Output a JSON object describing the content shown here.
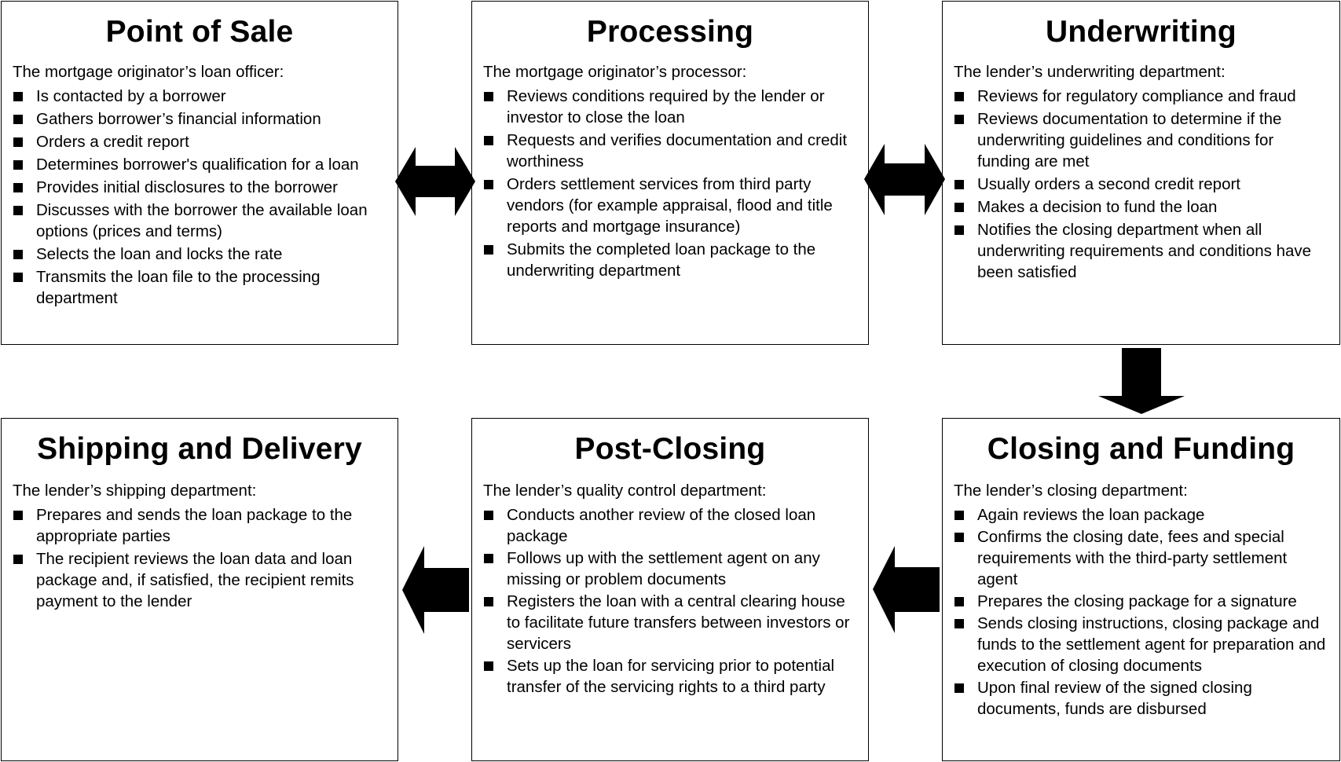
{
  "boxes": {
    "point_of_sale": {
      "title": "Point of Sale",
      "intro": "The mortgage originator’s loan officer:",
      "items": [
        "Is contacted by a borrower",
        "Gathers borrower’s financial information",
        "Orders a credit report",
        "Determines borrower's qualification for a loan",
        "Provides initial disclosures to the borrower",
        "Discusses with the borrower the available loan options (prices and terms)",
        "Selects the loan and locks the rate",
        "Transmits the loan file to the processing department"
      ]
    },
    "processing": {
      "title": "Processing",
      "intro": "The mortgage originator’s processor:",
      "items": [
        "Reviews conditions required by the lender or investor to close the loan",
        "Requests and verifies documentation and credit worthiness",
        "Orders settlement services from third party vendors (for example appraisal, flood and title reports and mortgage insurance)",
        "Submits the completed loan package to the underwriting department"
      ]
    },
    "underwriting": {
      "title": "Underwriting",
      "intro": "The lender’s underwriting department:",
      "items": [
        "Reviews for regulatory compliance and fraud",
        "Reviews documentation to determine if the underwriting guidelines and conditions for funding are met",
        "Usually orders a second credit report",
        "Makes a decision to fund the loan",
        "Notifies the closing department when all underwriting requirements and conditions have been satisfied"
      ]
    },
    "shipping_delivery": {
      "title": "Shipping and Delivery",
      "intro": "The lender’s shipping department:",
      "items": [
        "Prepares and sends the loan package to the appropriate parties",
        "The recipient reviews the loan data and loan package and, if satisfied, the recipient remits payment to the lender"
      ]
    },
    "post_closing": {
      "title": "Post-Closing",
      "intro": "The lender’s quality control department:",
      "items": [
        "Conducts another review of the closed loan package",
        "Follows up with the settlement agent on any missing or problem documents",
        "Registers the loan with a central clearing house to facilitate future transfers between investors or servicers",
        "Sets up the loan for servicing prior to potential transfer of the servicing rights to a third party"
      ]
    },
    "closing_funding": {
      "title": "Closing and Funding",
      "intro": "The lender’s closing department:",
      "items": [
        "Again reviews the loan package",
        "Confirms the closing date, fees and special requirements with the third-party settlement agent",
        "Prepares the closing package for a signature",
        "Sends closing instructions, closing package and funds to the settlement agent for preparation and execution of closing documents",
        "Upon final review of the signed closing documents, funds are disbursed"
      ]
    }
  },
  "colors": {
    "stroke": "#000000",
    "background": "#ffffff",
    "text": "#000000"
  },
  "icons": {
    "bullet": "filled-square",
    "arrows": [
      "double-arrow-icon",
      "double-arrow-icon",
      "down-arrow-icon",
      "left-arrow-icon",
      "left-arrow-icon"
    ]
  }
}
